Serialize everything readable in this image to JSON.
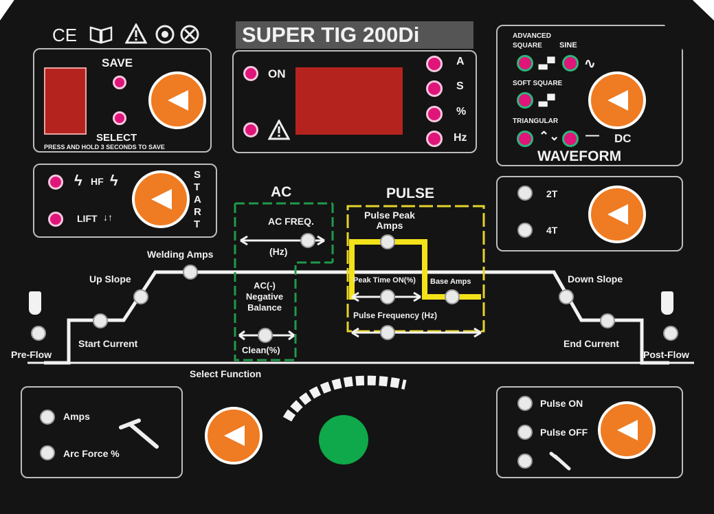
{
  "title": "SUPER TIG 200Di",
  "cert_icons": [
    "CE",
    "book-icon",
    "warning-icon",
    "recycle-icon",
    "disposal-icon"
  ],
  "save_panel": {
    "save": "SAVE",
    "select": "SELECT",
    "note": "PRESS AND HOLD 3 SECONDS TO SAVE"
  },
  "display_panel": {
    "on": "ON",
    "units": [
      "A",
      "S",
      "%",
      "Hz"
    ]
  },
  "waveform": {
    "advanced_square": "ADVANCED SQUARE",
    "sine": "SINE",
    "soft_square": "SOFT SQUARE",
    "triangular": "TRIANGULAR",
    "dc": "DC",
    "title": "WAVEFORM"
  },
  "start_panel": {
    "hf": "HF",
    "lift": "LIFT",
    "start": "START"
  },
  "trigger_panel": {
    "mode_2t": "2T",
    "mode_4t": "4T"
  },
  "ac": {
    "title": "AC",
    "freq": "AC FREQ.",
    "hz": "(Hz)",
    "balance": "AC(-) Negative Balance",
    "clean": "Clean(%)"
  },
  "pulse": {
    "title": "PULSE",
    "peak_amps": "Pulse Peak Amps",
    "peak_time": "Peak Time ON(%)",
    "base_amps": "Base Amps",
    "frequency": "Pulse Frequency (Hz)"
  },
  "sequence": {
    "pre_flow": "Pre-Flow",
    "start_current": "Start Current",
    "up_slope": "Up Slope",
    "welding_amps": "Welding Amps",
    "down_slope": "Down Slope",
    "end_current": "End Current",
    "post_flow": "Post-Flow",
    "select_function": "Select Function"
  },
  "mma_panel": {
    "amps": "Amps",
    "arc_force": "Arc Force %"
  },
  "pulse_panel": {
    "on": "Pulse ON",
    "off": "Pulse OFF"
  },
  "colors": {
    "background": "#141414",
    "accent": "#ef7b22",
    "led": "#e0157a",
    "ac_frame": "#1f9a4a",
    "pulse_frame": "#e6d32a",
    "display": "#b5231f",
    "power": "#0fa84a"
  }
}
